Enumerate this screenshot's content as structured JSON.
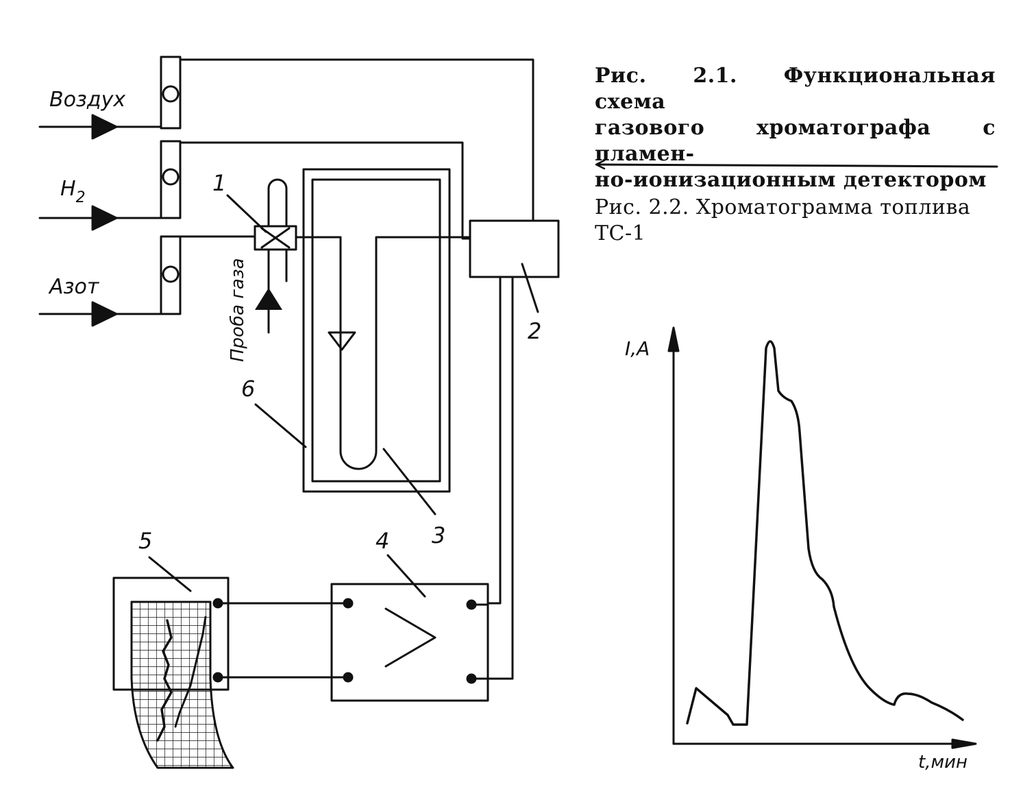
{
  "captions": {
    "fig1": "Рис. 2.1. Функциональная схема газового хроматографа с пламенно-ионизационным детектором",
    "fig1_lines": [
      "Рис. 2.1. Функциональная схема",
      "газового хроматографа с пламен-",
      "но-ионизационным детектором"
    ],
    "fig2_lines": [
      "Рис. 2.2. Хроматограмма топлива",
      "ТС-1"
    ]
  },
  "schematic": {
    "inputs": {
      "air": "Воздух",
      "hydrogen": "H",
      "hydrogen_sub": "2",
      "nitrogen": "Азот"
    },
    "sample_label": "Проба газа",
    "callouts": {
      "c1": "1",
      "c2": "2",
      "c3": "3",
      "c4": "4",
      "c5": "5",
      "c6": "6"
    }
  },
  "chromatogram": {
    "ylabel": "I,A",
    "xlabel": "t,мин"
  },
  "colors": {
    "ink": "#111111",
    "paper": "#ffffff"
  }
}
